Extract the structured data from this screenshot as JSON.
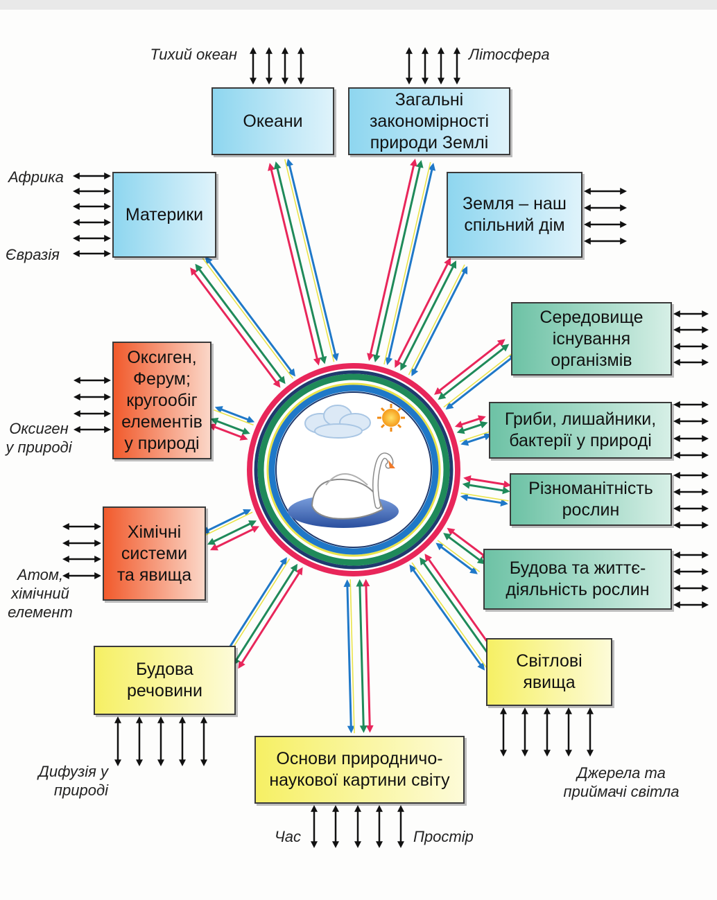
{
  "center": {
    "image": "swan-on-lake-with-cloud-and-sun"
  },
  "boxes": {
    "oceans": "Океани",
    "general_laws": "Загальні\nзакономірності\nприроди Землі",
    "continents": "Материки",
    "earth_home": "Земля – наш\nспільний дім",
    "habitat": "Середовище\nіснування\nорганізмів",
    "oxygen_iron": "Оксиген,\nФерум;\nкругообіг\nелементів\nу природі",
    "fungi": "Гриби, лишайники,\nбактерії у природі",
    "plant_diversity": "Різноманітність\nрослин",
    "chemical_systems": "Хімічні\nсистеми\nта явища",
    "plant_structure": "Будова та життє-\nдіяльність рослин",
    "matter_structure": "Будова\nречовини",
    "light_phenomena": "Світлові\nявища",
    "worldview": "Основи природничо-\nнаукової картини світу"
  },
  "labels": {
    "pacific": "Тихий океан",
    "lithosphere": "Літосфера",
    "africa": "Африка",
    "eurasia": "Євразія",
    "oxygen_nature": "Оксиген\nу природі",
    "atom": "Атом,\nхімічний\nелемент",
    "diffusion": "Дифузія у\nприроді",
    "light_sources": "Джерела та\nприймачі світла",
    "time": "Час",
    "space": "Простір"
  },
  "colors": {
    "red_arrow": "#e8265a",
    "green_arrow": "#1f8a5a",
    "yellow_arrow": "#e9e34a",
    "blue_arrow": "#1f78c8",
    "black_arrow": "#111111"
  }
}
